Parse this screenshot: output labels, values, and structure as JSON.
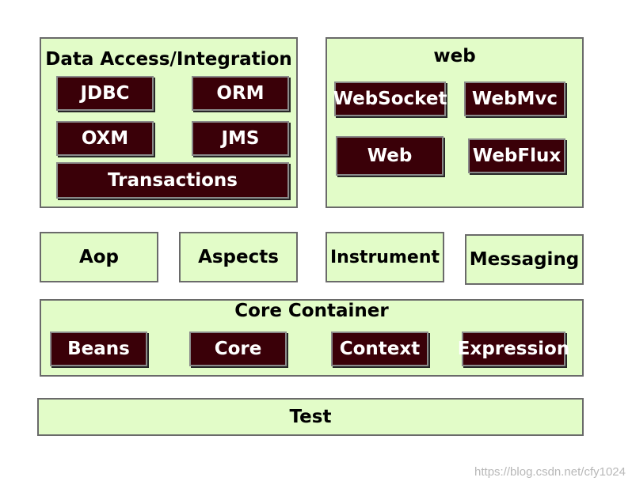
{
  "data_access": {
    "title": "Data Access/Integration",
    "modules": [
      "JDBC",
      "ORM",
      "OXM",
      "JMS",
      "Transactions"
    ]
  },
  "web": {
    "title": "web",
    "modules": [
      "WebSocket",
      "WebMvc",
      "Web",
      "WebFlux"
    ]
  },
  "middle": [
    "Aop",
    "Aspects",
    "Instrument",
    "Messaging"
  ],
  "core_container": {
    "title": "Core Container",
    "modules": [
      "Beans",
      "Core",
      "Context",
      "Expression"
    ]
  },
  "test": "Test",
  "watermark": "https://blog.csdn.net/cfy1024",
  "colors": {
    "panel_fill": "#e2fcc8",
    "module_fill": "#3a0008",
    "module_text": "#ffffff"
  }
}
